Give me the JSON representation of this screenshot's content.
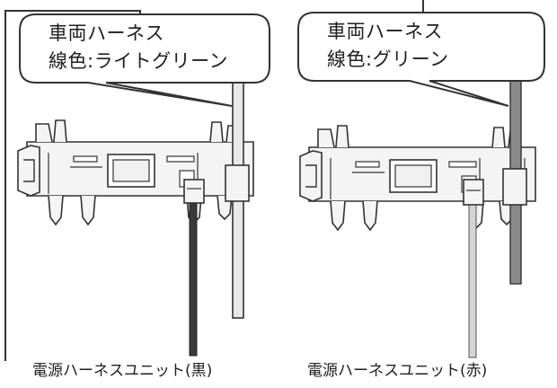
{
  "left_panel": {
    "callout": {
      "line1": "車両ハーネス",
      "line2": "線色:ライトグリーン"
    },
    "caption": "電源ハーネスユニット(黒)",
    "harness_color": "#3a3a3a",
    "vehicle_wire_color": "#e8e8e8"
  },
  "right_panel": {
    "callout": {
      "line1": "車両ハーネス",
      "line2": "線色:グリーン"
    },
    "caption": "電源ハーネスユニット(赤)",
    "harness_color": "#d4d4d4",
    "vehicle_wire_color": "#8a8a8a"
  },
  "colors": {
    "line": "#333333",
    "bracket_fill": "#f4f4f4",
    "background": "#ffffff"
  }
}
